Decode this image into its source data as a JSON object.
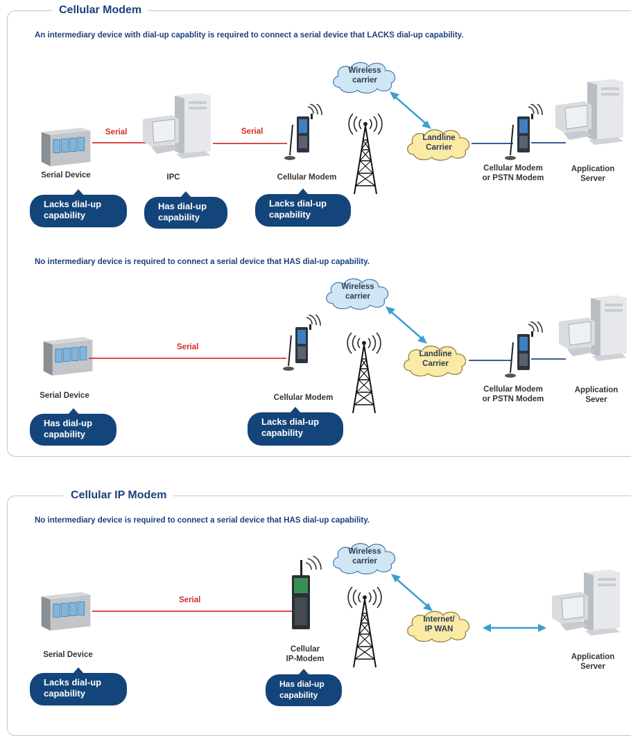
{
  "panels": [
    {
      "title": "Cellular Modem",
      "notes": [
        "An intermediary device with dial-up capablity is required to connect a serial device that LACKS dial-up capability.",
        "No intermediary device is required to connect a serial device that HAS dial-up capability."
      ]
    },
    {
      "title": "Cellular IP Modem",
      "notes": [
        "No intermediary device is required to connect a serial device that HAS dial-up capability."
      ]
    }
  ],
  "d1": {
    "serial_device": "Serial Device",
    "ipc": "IPC",
    "cellular_modem": "Cellular  Modem",
    "remote_modem_1": "Cellular Modem",
    "remote_modem_2": "or PSTN Modem",
    "server_1": "Application",
    "server_2": "Server",
    "serial_a": "Serial",
    "serial_b": "Serial",
    "cloud_wireless_1": "Wireless",
    "cloud_wireless_2": "carrier",
    "cloud_landline_1": "Landline",
    "cloud_landline_2": "Carrier",
    "bubble_serial_1": "Lacks dial-up",
    "bubble_serial_2": "capability",
    "bubble_ipc_1": "Has dial-up",
    "bubble_ipc_2": "capability",
    "bubble_modem_1": "Lacks dial-up",
    "bubble_modem_2": "capability"
  },
  "d2": {
    "serial_device": "Serial Device",
    "cellular_modem": "Cellular  Modem",
    "remote_modem_1": "Cellular Modem",
    "remote_modem_2": "or PSTN Modem",
    "server_1": "Application",
    "server_2": "Sever",
    "serial": "Serial",
    "cloud_wireless_1": "Wireless",
    "cloud_wireless_2": "carrier",
    "cloud_landline_1": "Landline",
    "cloud_landline_2": "Carrier",
    "bubble_serial_1": "Has dial-up",
    "bubble_serial_2": "capability",
    "bubble_modem_1": "Lacks dial-up",
    "bubble_modem_2": "capability"
  },
  "d3": {
    "serial_device": "Serial Device",
    "ip_modem_1": "Cellular",
    "ip_modem_2": "IP-Modem",
    "server_1": "Application",
    "server_2": "Server",
    "serial": "Serial",
    "cloud_wireless_1": "Wireless",
    "cloud_wireless_2": "carrier",
    "cloud_internet_1": "Internet/",
    "cloud_internet_2": "IP WAN",
    "bubble_serial_1": "Lacks dial-up",
    "bubble_serial_2": "capability",
    "bubble_modem_1": "Has dial-up",
    "bubble_modem_2": "capability"
  },
  "colors": {
    "title_blue": "#1c3f7c",
    "bubble_blue": "#14457a",
    "serial_red": "#e04646",
    "arrow_teal": "#3b9fcf",
    "cloud_blue": "#cfe6f4",
    "cloud_yellow": "#fbeaa6"
  }
}
